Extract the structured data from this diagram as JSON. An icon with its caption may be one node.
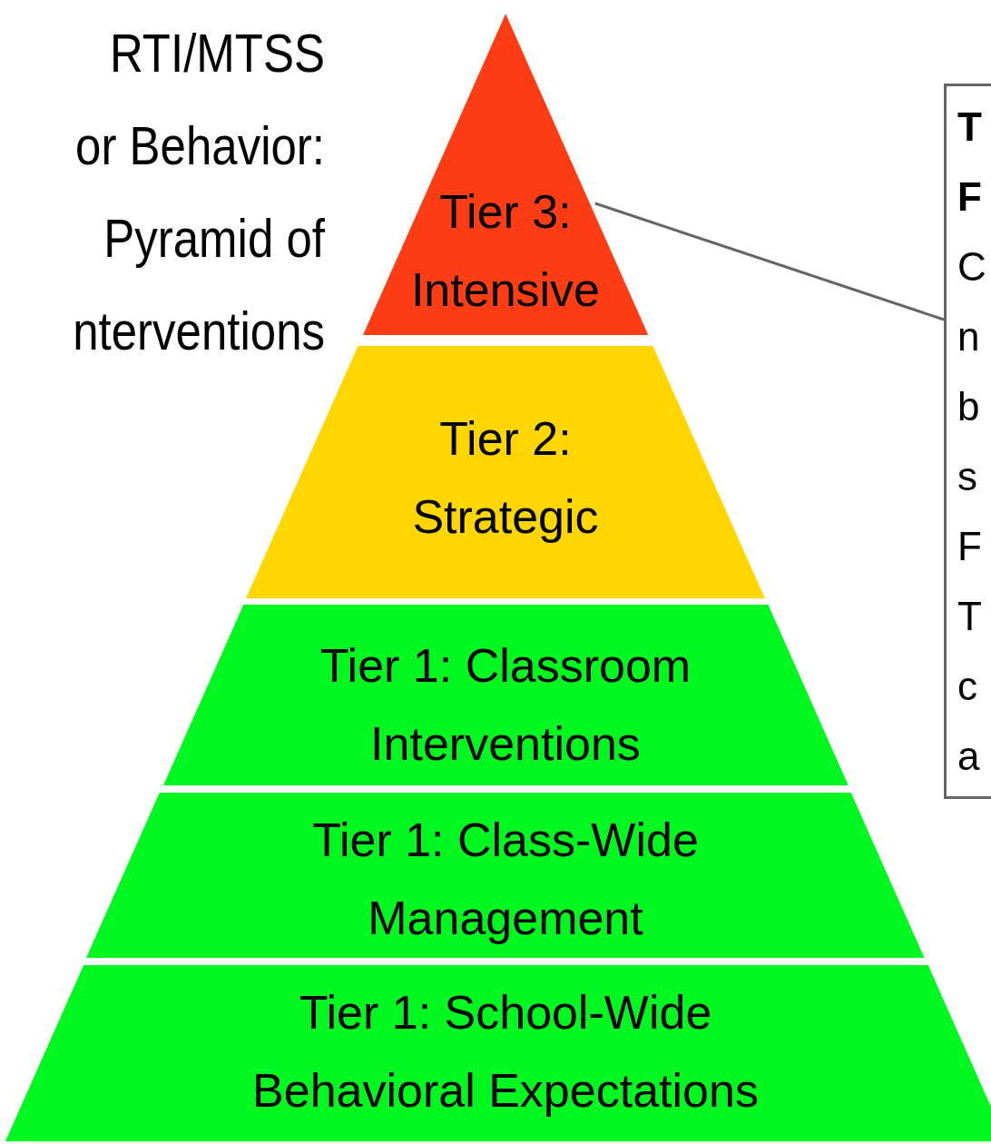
{
  "diagram": {
    "title": "RTI/MTSS or Behavior: Pyramid of nterventions",
    "nodes": [
      {
        "text": [
          "Tier 3: Intensive"
        ]
      },
      {
        "text": [
          "Tier 2: Strategic"
        ]
      },
      {
        "text": [
          "Tier 1: Classroom Interventions"
        ]
      },
      {
        "text": [
          "Tier 1: Class-Wide Management"
        ]
      },
      {
        "text": [
          "Tier 1: School-Wide Behavioral Expectations"
        ]
      },
      {
        "text": [
          "T F",
          "C n b s F T c a"
        ]
      }
    ],
    "edges": [
      {
        "from": 0,
        "to": 5,
        "arrow": "none",
        "color": "#666666"
      }
    ]
  }
}
